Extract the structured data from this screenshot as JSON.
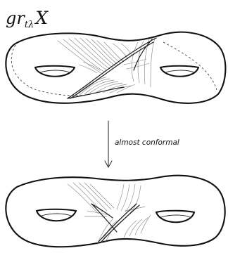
{
  "figure": {
    "title": {
      "main": "gr",
      "subscript": "tλ",
      "suffix": "X"
    },
    "arrow_caption": "almost conformal"
  }
}
